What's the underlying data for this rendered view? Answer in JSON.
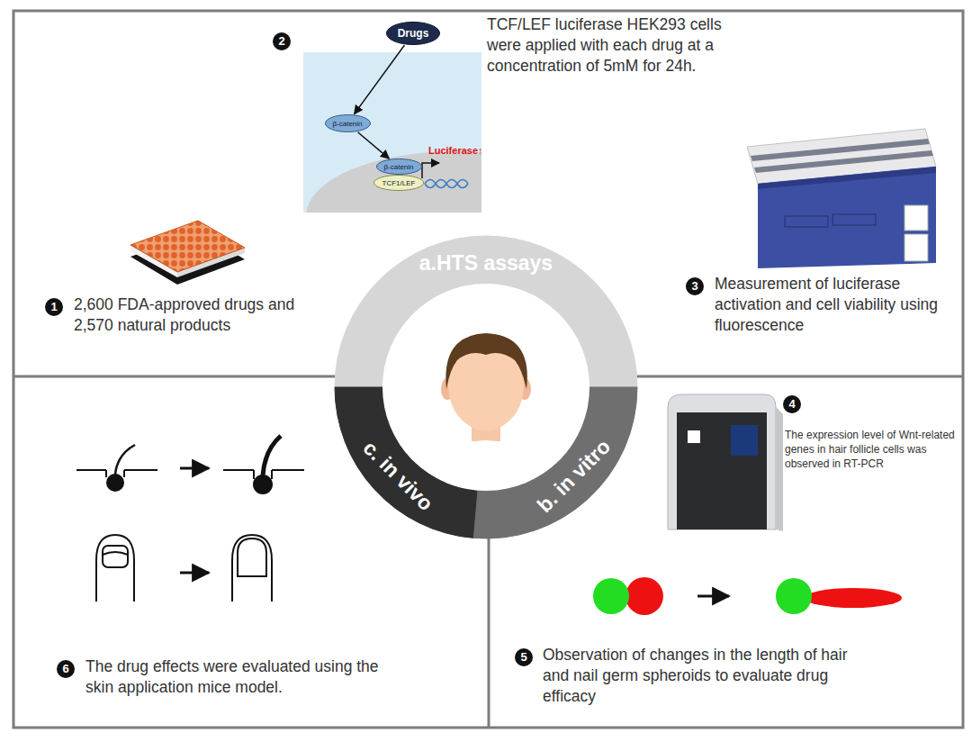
{
  "diagram": {
    "nodes": [
      {
        "text": [
          "2,600 FDA-approved drugs and 2,570 natural products",
          "TCF/LEF luciferase HEK293 cells were applied with each drug at a concentration of 5mM for 24h.",
          "Measurement of luciferase activation and cell viability using fluorescence"
        ]
      },
      {
        "text": [
          "Drugs"
        ],
        "in": 0
      },
      {
        "text": [
          "β-catenin"
        ],
        "in": 0
      },
      {
        "text": [
          "β-catenin"
        ],
        "in": 0
      },
      {
        "text": [
          "TCF1/LEF"
        ],
        "in": 0
      },
      {
        "text": [
          "The drug effects were evaluated using the skin application mice model."
        ]
      },
      {
        "text": [
          "The expression level of Wnt-related genes in hair follicle cells was observed in RT-PCR",
          "Observation of changes in the length of hair and nail germ spheroids to evaluate drug efficacy"
        ]
      }
    ],
    "edges": [
      {
        "from": 1,
        "to": 2,
        "arrow": "to"
      },
      {
        "from": 2,
        "to": 3,
        "arrow": "to"
      }
    ],
    "labels": [
      "1",
      "2",
      "3",
      "4",
      "5",
      "6",
      "Luciferase↑",
      "a.HTS assays",
      "b. in vitro",
      "c. in vivo"
    ]
  }
}
